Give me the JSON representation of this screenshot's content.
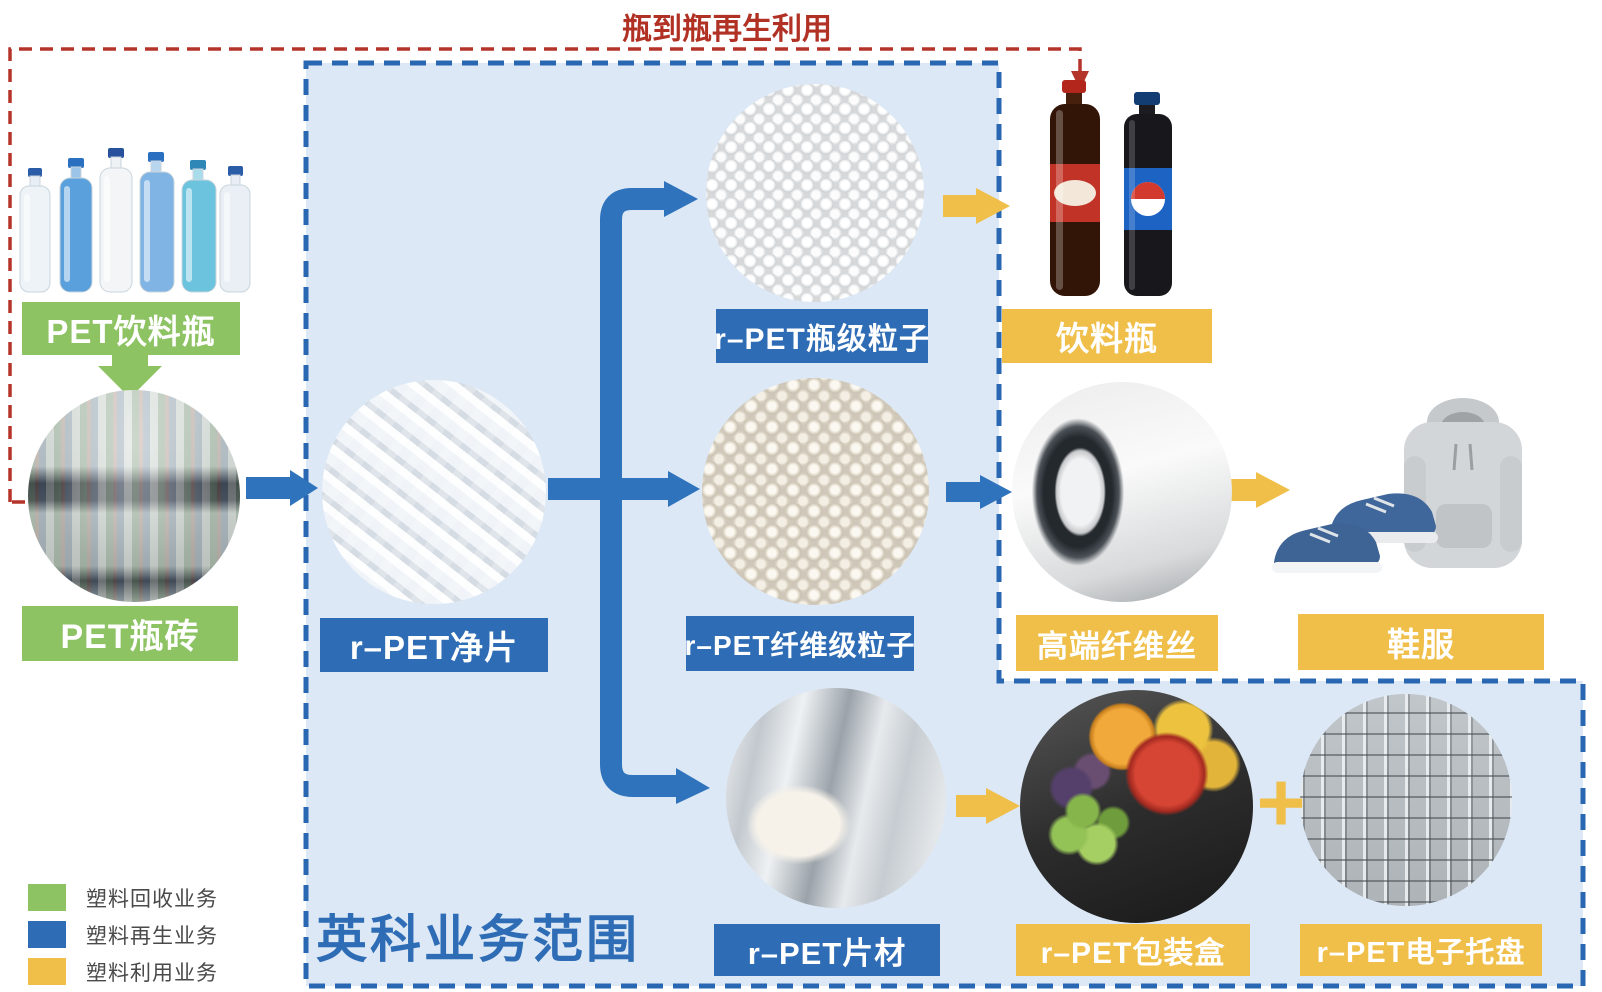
{
  "title": {
    "text": "瓶到瓶再生利用"
  },
  "scope_box": {
    "label": "英科业务范围"
  },
  "plus_connector": "+",
  "nodes": {
    "pet_bottles": {
      "label": "PET饮料瓶"
    },
    "pet_bales": {
      "label": "PET瓶砖"
    },
    "rpet_flakes": {
      "label": "r–PET净片"
    },
    "rpet_bottle_pellets": {
      "label": "r–PET瓶级粒子"
    },
    "rpet_fiber_pellets": {
      "label": "r–PET纤维级粒子"
    },
    "rpet_sheet": {
      "label": "r–PET片材"
    },
    "beverage_bottles": {
      "label": "饮料瓶"
    },
    "fiber_yarn": {
      "label": "高端纤维丝"
    },
    "shoes_apparel": {
      "label": "鞋服"
    },
    "rpet_packaging": {
      "label": "r–PET包装盒"
    },
    "rpet_tray": {
      "label": "r–PET电子托盘"
    }
  },
  "legend": {
    "items": [
      {
        "label": "塑料回收业务",
        "color": "#8dc363"
      },
      {
        "label": "塑料再生业务",
        "color": "#2e6cb5"
      },
      {
        "label": "塑料利用业务",
        "color": "#f0bf4a"
      }
    ]
  },
  "colors": {
    "recycle_green": "#8dc363",
    "regenerate_blue": "#2e6cb5",
    "utilize_yellow": "#f0bf4a",
    "box_background": "#dce8f5",
    "box_border_blue": "#2a67b2",
    "loop_red": "#b5342a",
    "scope_text_blue": "#2e6cb5"
  }
}
